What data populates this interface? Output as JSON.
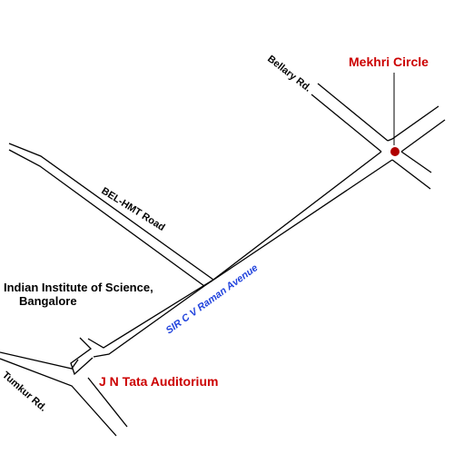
{
  "colors": {
    "road_line": "#000000",
    "landmark_label": "#cc0000",
    "marker": "#b00000",
    "avenue_label": "#2244dd",
    "background": "#ffffff"
  },
  "landmarks": {
    "mekhri_circle": {
      "label": "Mekhri Circle",
      "marker_icon": "red-dot-icon"
    },
    "jn_tata": {
      "label": "J N Tata Auditorium"
    }
  },
  "roads": {
    "bellary": "Bellary Rd.",
    "bel_hmt": "BEL-HMT Road",
    "cv_raman": "SIR C V Raman Avenue",
    "tumkur": "Tumkur Rd."
  },
  "institute": {
    "line1": "Indian Institute of Science,",
    "line2": "Bangalore"
  }
}
